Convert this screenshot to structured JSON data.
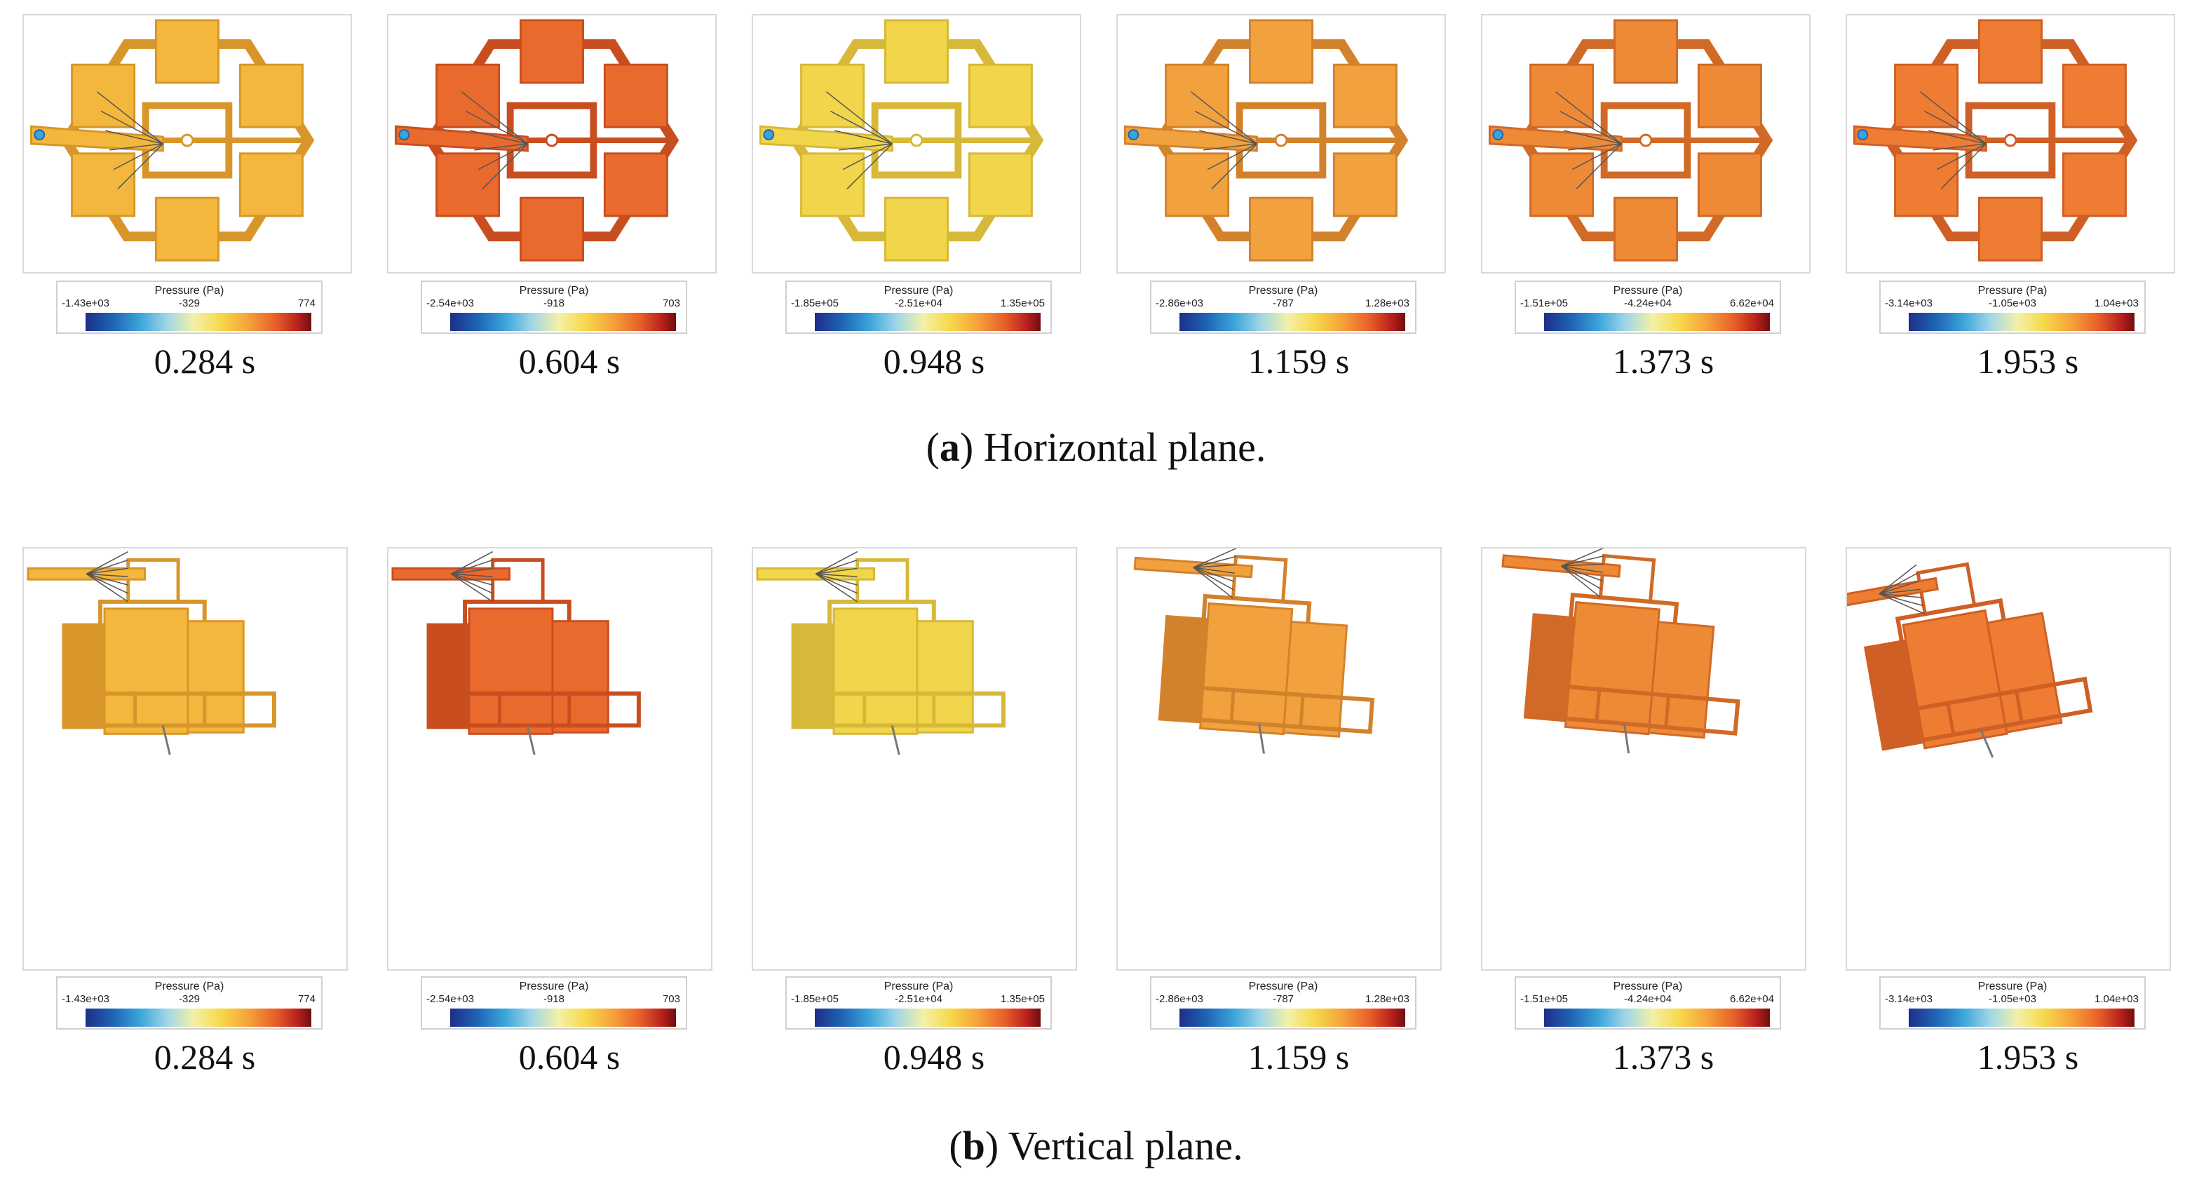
{
  "legend_title": "Pressure (Pa)",
  "horizontal": {
    "caption_letter": "a",
    "caption_text": "Horizontal plane.",
    "snapshots": [
      {
        "time": "0.284 s",
        "min": "-1.43e+03",
        "mid": "-329",
        "max": "774",
        "tone": "#f2b73c",
        "tone_dark": "#d8962a"
      },
      {
        "time": "0.604 s",
        "min": "-2.54e+03",
        "mid": "-918",
        "max": "703",
        "tone": "#ea6a2e",
        "tone_dark": "#c94e1f"
      },
      {
        "time": "0.948 s",
        "min": "-1.85e+05",
        "mid": "-2.51e+04",
        "max": "1.35e+05",
        "tone": "#f1d54a",
        "tone_dark": "#d7b838"
      },
      {
        "time": "1.159 s",
        "min": "-2.86e+03",
        "mid": "-787",
        "max": "1.28e+03",
        "tone": "#f1a13e",
        "tone_dark": "#d3822c"
      },
      {
        "time": "1.373 s",
        "min": "-1.51e+05",
        "mid": "-4.24e+04",
        "max": "6.62e+04",
        "tone": "#ee8a36",
        "tone_dark": "#d06a26"
      },
      {
        "time": "1.953 s",
        "min": "-3.14e+03",
        "mid": "-1.05e+03",
        "max": "1.04e+03",
        "tone": "#ee7c33",
        "tone_dark": "#cf5f24"
      }
    ]
  },
  "vertical": {
    "caption_letter": "b",
    "caption_text": "Vertical plane.",
    "snapshots": [
      {
        "time": "0.284 s",
        "min": "-1.43e+03",
        "mid": "-329",
        "max": "774",
        "tone": "#f2b73c",
        "tone_dark": "#d8962a"
      },
      {
        "time": "0.604 s",
        "min": "-2.54e+03",
        "mid": "-918",
        "max": "703",
        "tone": "#ea6a2e",
        "tone_dark": "#c94e1f"
      },
      {
        "time": "0.948 s",
        "min": "-1.85e+05",
        "mid": "-2.51e+04",
        "max": "1.35e+05",
        "tone": "#f1d54a",
        "tone_dark": "#d7b838"
      },
      {
        "time": "1.159 s",
        "min": "-2.86e+03",
        "mid": "-787",
        "max": "1.28e+03",
        "tone": "#f1a13e",
        "tone_dark": "#d3822c"
      },
      {
        "time": "1.373 s",
        "min": "-1.51e+05",
        "mid": "-4.24e+04",
        "max": "6.62e+04",
        "tone": "#ee8a36",
        "tone_dark": "#d06a26"
      },
      {
        "time": "1.953 s",
        "min": "-3.14e+03",
        "mid": "-1.05e+03",
        "max": "1.04e+03",
        "tone": "#ee7c33",
        "tone_dark": "#cf5f24"
      }
    ]
  }
}
